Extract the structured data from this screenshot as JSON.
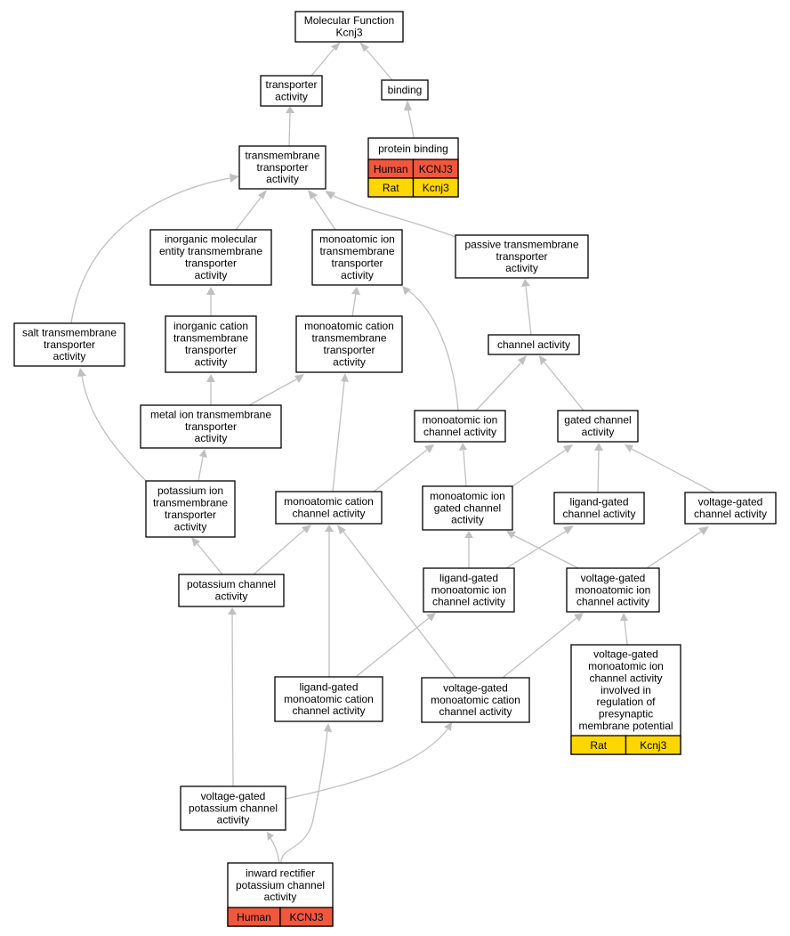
{
  "title": "Molecular Function Kcnj3",
  "colors": {
    "human": "#f0573c",
    "rat": "#ffd700",
    "edge": "#c0c0c0"
  },
  "nodes": [
    {
      "id": "root",
      "lines": [
        "Molecular Function",
        "Kcnj3"
      ]
    },
    {
      "id": "transporter",
      "lines": [
        "transporter",
        "activity"
      ]
    },
    {
      "id": "binding",
      "lines": [
        "binding"
      ]
    },
    {
      "id": "protein_binding",
      "lines": [
        "protein binding"
      ],
      "annotations": [
        [
          "Human",
          "KCNJ3"
        ],
        [
          "Rat",
          "Kcnj3"
        ]
      ]
    },
    {
      "id": "tm_transporter",
      "lines": [
        "transmembrane",
        "transporter",
        "activity"
      ]
    },
    {
      "id": "inorg_mol",
      "lines": [
        "inorganic molecular",
        "entity transmembrane",
        "transporter",
        "activity"
      ]
    },
    {
      "id": "mono_ion_tm",
      "lines": [
        "monoatomic ion",
        "transmembrane",
        "transporter",
        "activity"
      ]
    },
    {
      "id": "passive_tm",
      "lines": [
        "passive transmembrane",
        "transporter",
        "activity"
      ]
    },
    {
      "id": "salt_tm",
      "lines": [
        "salt transmembrane",
        "transporter",
        "activity"
      ]
    },
    {
      "id": "inorg_cation",
      "lines": [
        "inorganic cation",
        "transmembrane",
        "transporter",
        "activity"
      ]
    },
    {
      "id": "mono_cation_tm",
      "lines": [
        "monoatomic cation",
        "transmembrane",
        "transporter",
        "activity"
      ]
    },
    {
      "id": "channel",
      "lines": [
        "channel activity"
      ]
    },
    {
      "id": "metal_ion",
      "lines": [
        "metal ion transmembrane",
        "transporter",
        "activity"
      ]
    },
    {
      "id": "mono_ion_channel",
      "lines": [
        "monoatomic ion",
        "channel activity"
      ]
    },
    {
      "id": "gated_channel",
      "lines": [
        "gated channel",
        "activity"
      ]
    },
    {
      "id": "potassium_tm",
      "lines": [
        "potassium ion",
        "transmembrane",
        "transporter",
        "activity"
      ]
    },
    {
      "id": "mono_cation_channel",
      "lines": [
        "monoatomic cation",
        "channel activity"
      ]
    },
    {
      "id": "mono_ion_gated",
      "lines": [
        "monoatomic ion",
        "gated channel",
        "activity"
      ]
    },
    {
      "id": "ligand_gated",
      "lines": [
        "ligand-gated",
        "channel activity"
      ]
    },
    {
      "id": "voltage_gated",
      "lines": [
        "voltage-gated",
        "channel activity"
      ]
    },
    {
      "id": "potassium_channel",
      "lines": [
        "potassium channel",
        "activity"
      ]
    },
    {
      "id": "ligand_mono_ion",
      "lines": [
        "ligand-gated",
        "monoatomic ion",
        "channel activity"
      ]
    },
    {
      "id": "voltage_mono_ion",
      "lines": [
        "voltage-gated",
        "monoatomic ion",
        "channel activity"
      ]
    },
    {
      "id": "voltage_presyn",
      "lines": [
        "voltage-gated",
        "monoatomic ion",
        "channel activity",
        "involved in",
        "regulation of",
        "presynaptic",
        "membrane potential"
      ],
      "annotations": [
        [
          "Rat",
          "Kcnj3"
        ]
      ]
    },
    {
      "id": "ligand_mono_cation",
      "lines": [
        "ligand-gated",
        "monoatomic cation",
        "channel activity"
      ]
    },
    {
      "id": "voltage_mono_cation",
      "lines": [
        "voltage-gated",
        "monoatomic cation",
        "channel activity"
      ]
    },
    {
      "id": "voltage_k",
      "lines": [
        "voltage-gated",
        "potassium channel",
        "activity"
      ]
    },
    {
      "id": "inward_rect",
      "lines": [
        "inward rectifier",
        "potassium channel",
        "activity"
      ],
      "annotations": [
        [
          "Human",
          "KCNJ3"
        ]
      ]
    }
  ]
}
